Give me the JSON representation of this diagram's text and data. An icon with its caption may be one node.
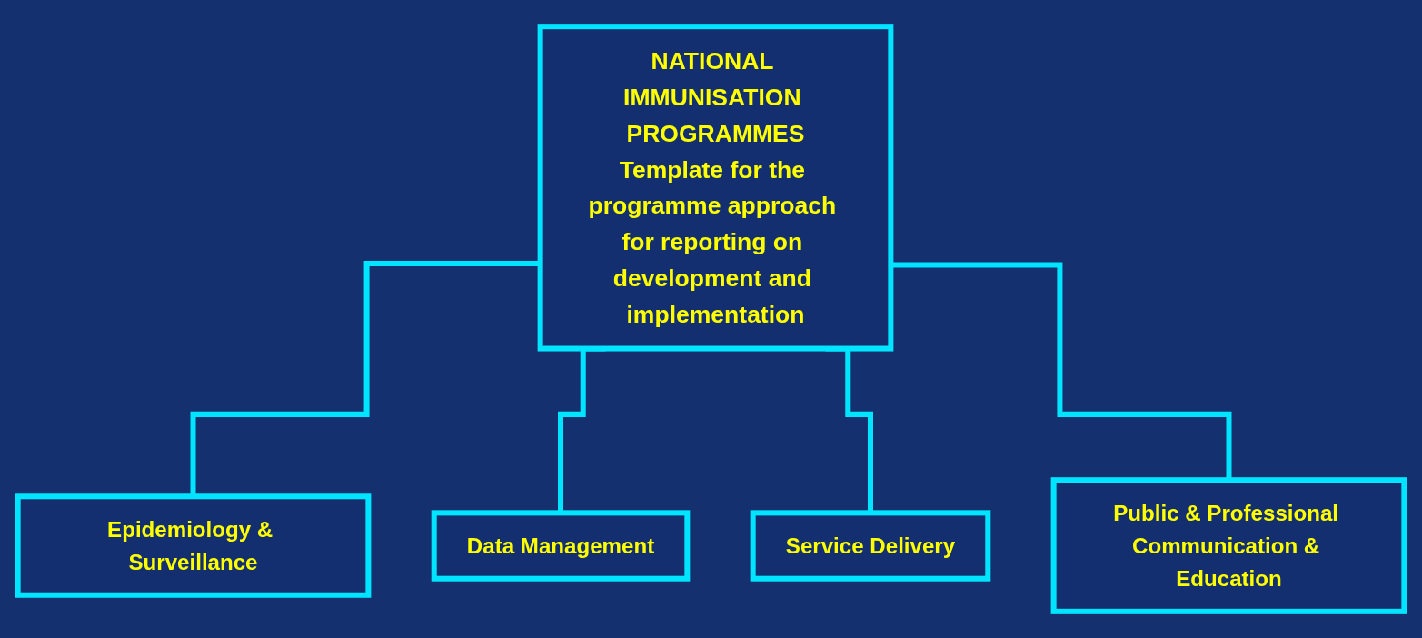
{
  "diagram": {
    "nodes": [
      {
        "text": [
          "NATIONAL IMMUNISATION PROGRAMMES",
          "Template for the programme approach for reporting on development and implementation"
        ]
      },
      {
        "text": [
          "Epidemiology & Surveillance"
        ]
      },
      {
        "text": [
          "Data Management"
        ]
      },
      {
        "text": [
          "Service Delivery"
        ]
      },
      {
        "text": [
          "Public & Professional Communication & Education"
        ]
      }
    ],
    "edges": [
      {
        "from": 0,
        "to": 1,
        "arrow": "none"
      },
      {
        "from": 0,
        "to": 2,
        "arrow": "none"
      },
      {
        "from": 0,
        "to": 3,
        "arrow": "none"
      },
      {
        "from": 0,
        "to": 4,
        "arrow": "none"
      }
    ]
  }
}
